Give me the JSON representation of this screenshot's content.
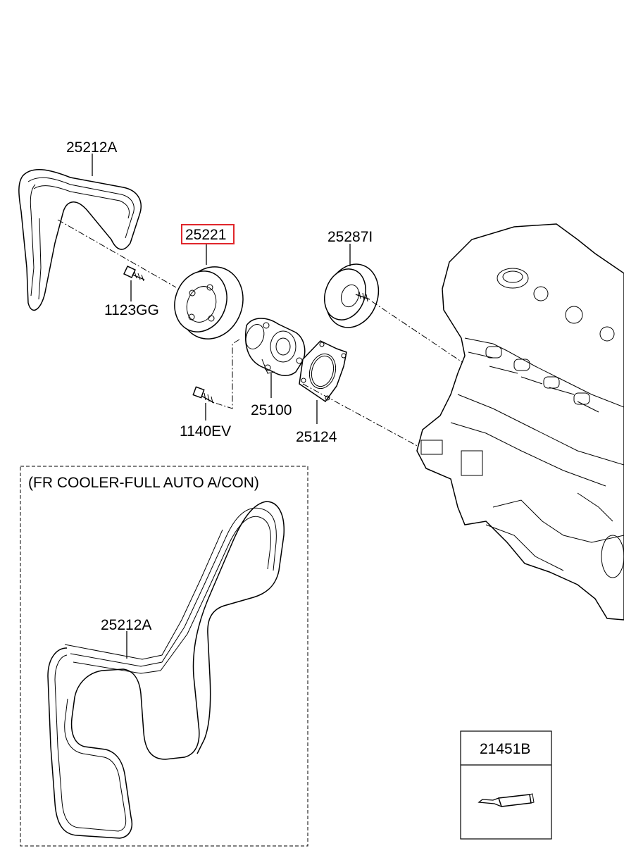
{
  "callouts": {
    "belt_top": "25212A",
    "pulley_highlighted": "25221",
    "idler": "25287I",
    "bolt_pulley": "1123GG",
    "water_pump": "25100",
    "bolt_pump": "1140EV",
    "gasket": "25124"
  },
  "inset": {
    "title": "(FR COOLER-FULL AUTO A/CON)",
    "belt_label": "25212A"
  },
  "sealant_box": {
    "label": "21451B"
  },
  "colors": {
    "highlight": "#e0262b",
    "line": "#000000"
  }
}
